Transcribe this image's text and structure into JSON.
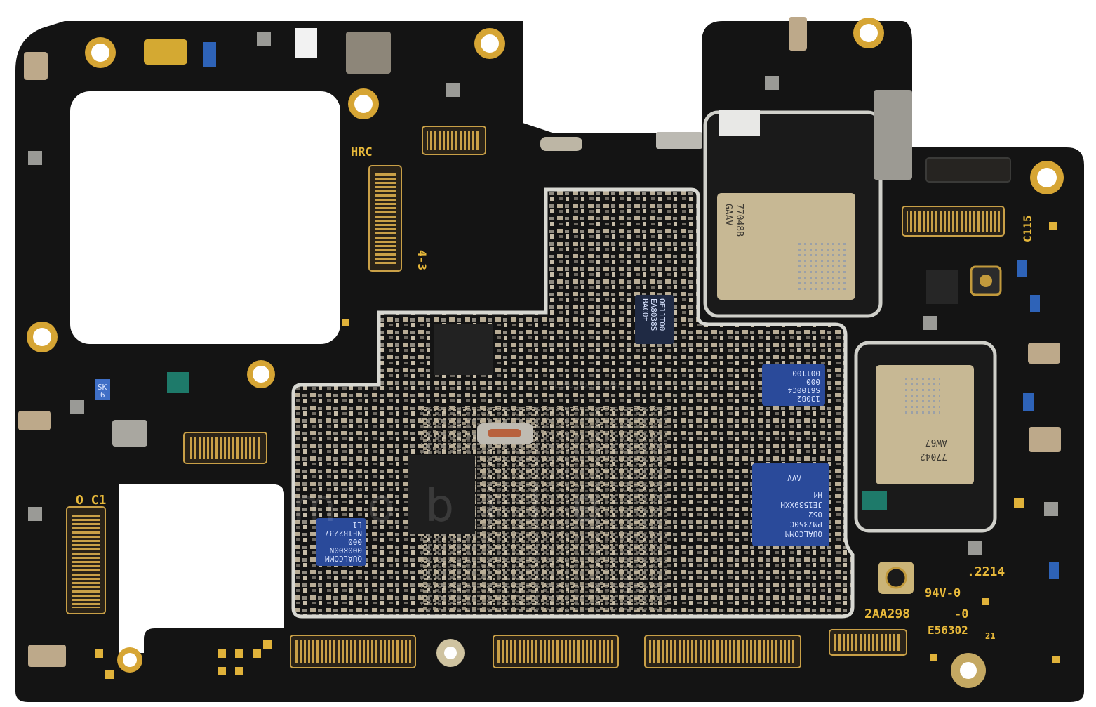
{
  "silkscreen": {
    "hrc": "HRC",
    "label_43": "4-3",
    "c115": "C115",
    "oc1": "O C1",
    "code_2214": ".2214",
    "rating": "94V-0",
    "rating_suffix": "-0",
    "code_2aa298": "2AA298",
    "code_e56302": "E56302",
    "code_21": "21"
  },
  "chips": {
    "top_rf": {
      "line1": "77048B",
      "line2": "GAAV"
    },
    "right_rf": {
      "line1": "77042",
      "line2": "AW67"
    },
    "pmic": {
      "line1": "QUALCOMM",
      "line2": "PM7350C",
      "line3": "052",
      "line4": "JE1539XXH",
      "line5": "H4",
      "line6": "AVV"
    },
    "left_ic": {
      "line1": "QUALCOMM",
      "line2": "000800N",
      "line3": "000",
      "line4": "NE1B2237",
      "line5": "L1"
    },
    "mid_ic": {
      "line1": "13082",
      "line2": "S6100C4",
      "line3": "000",
      "line4": "001100"
    },
    "qfn_ic": {
      "line1": "OE11T00",
      "line2": "EA8038S",
      "line3": "BAC0t"
    },
    "blue_small": {
      "line1": "SK",
      "line2": "6"
    }
  },
  "watermark": {
    "text": "rebmobile",
    "small": "Betomobile.com"
  },
  "colors": {
    "board": "#141414",
    "gold": "#e8b93a",
    "shield": "#c9c9c4",
    "chip_blue": "#2a4a9a"
  }
}
